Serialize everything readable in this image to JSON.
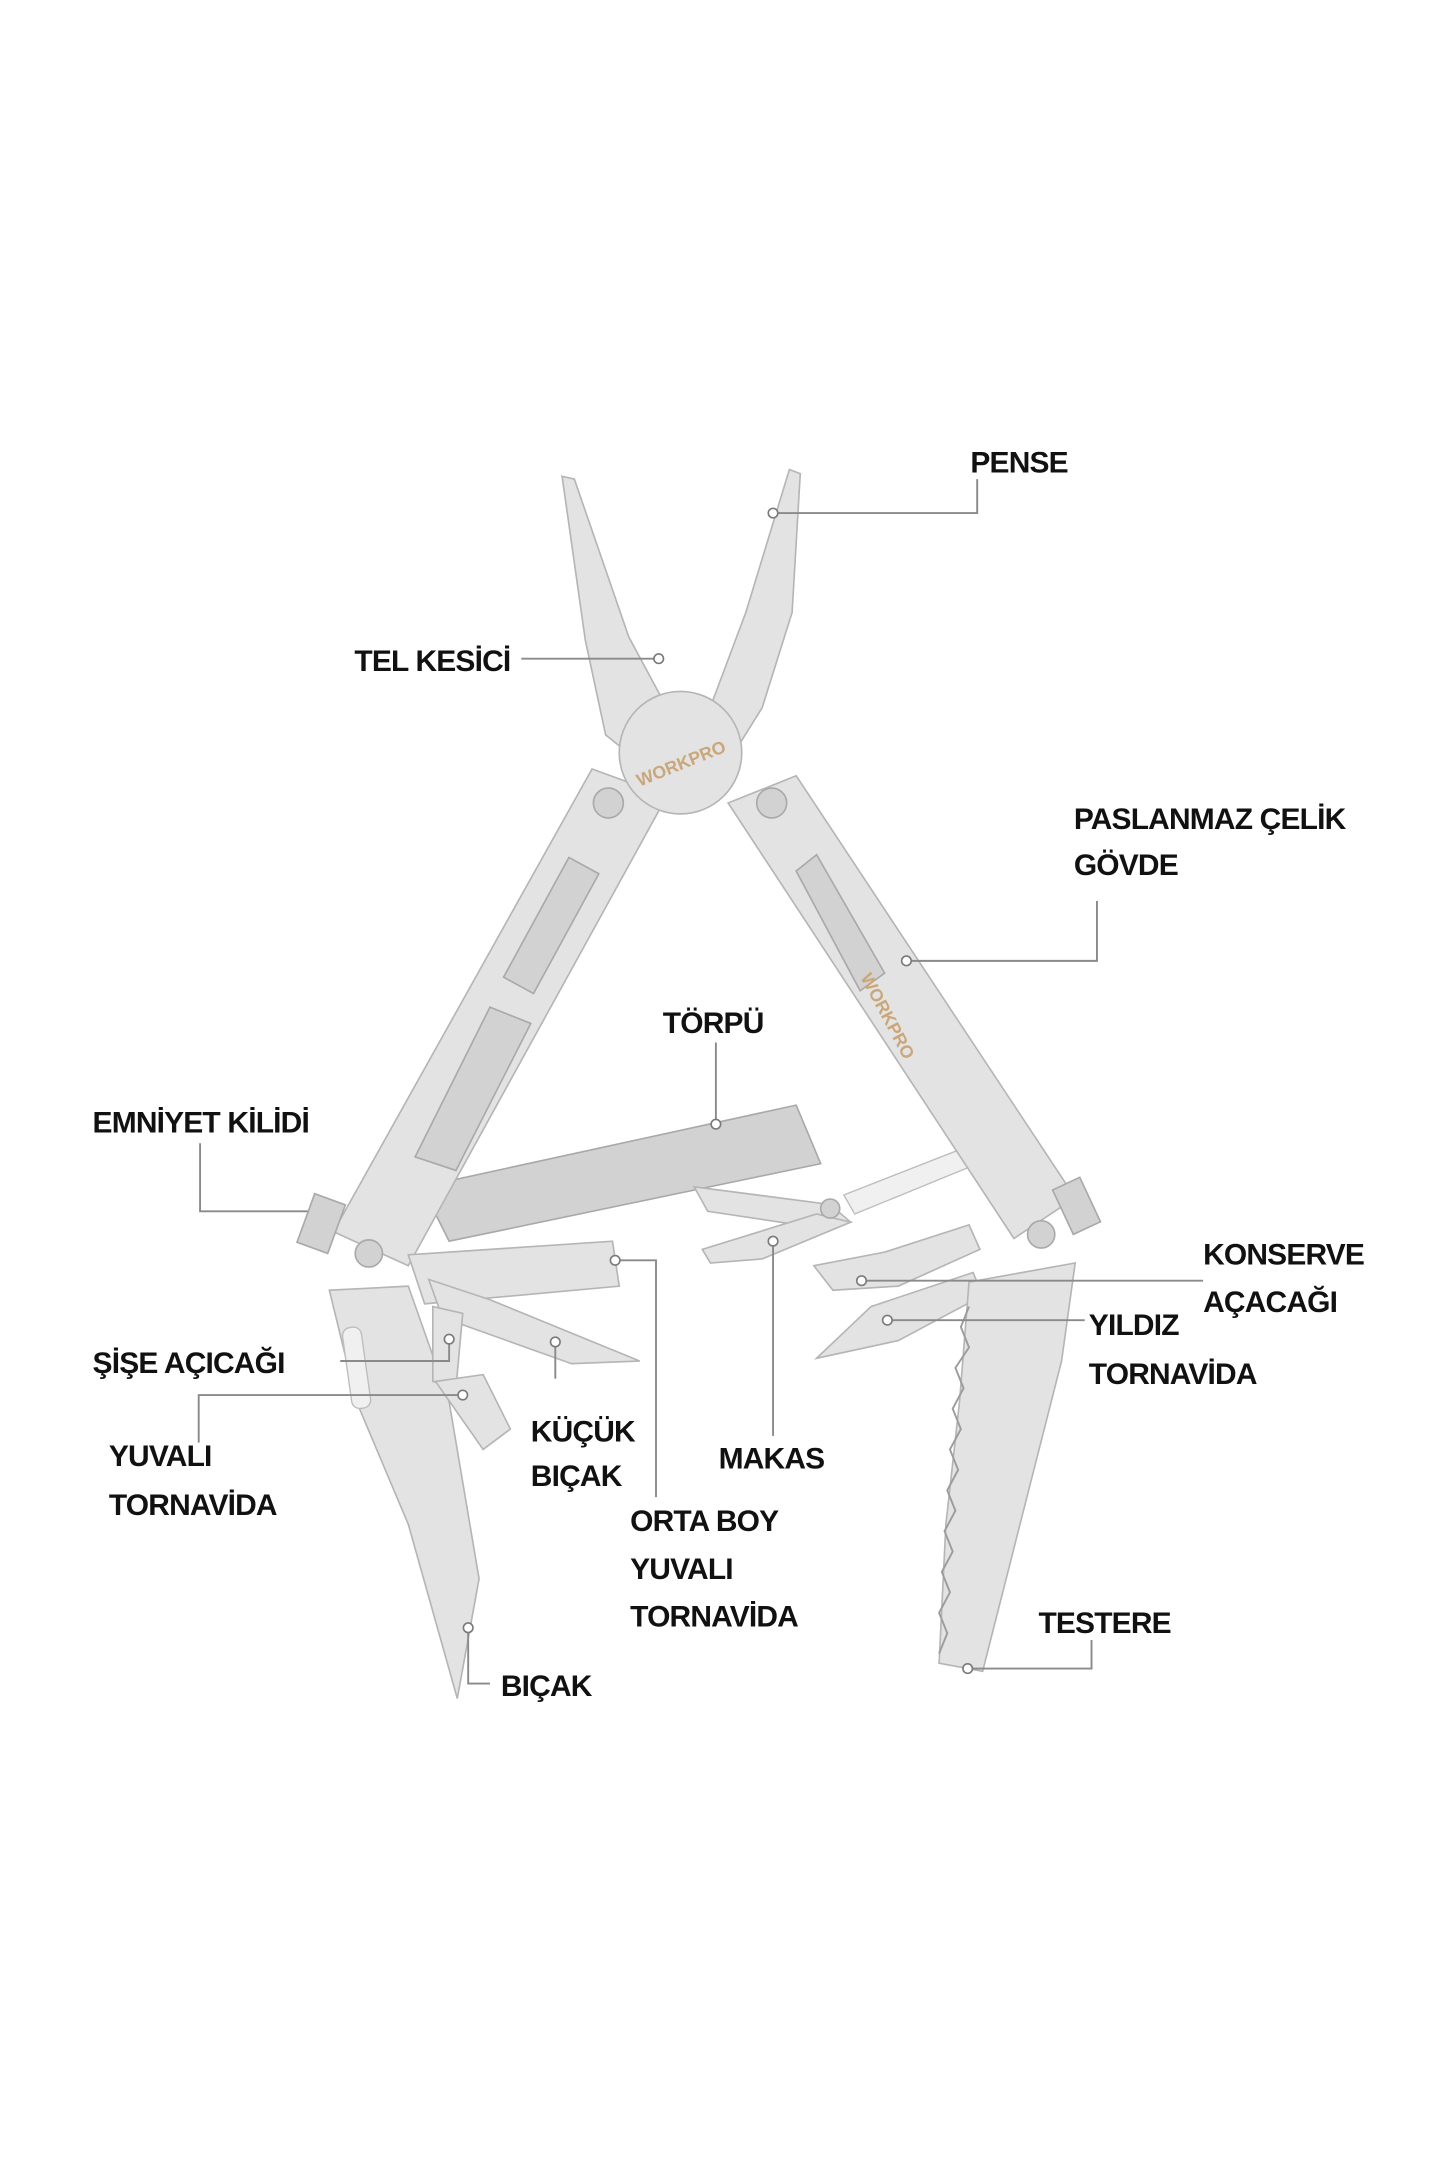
{
  "brand": "WORKPRO",
  "colors": {
    "brand_text": "#c9a77a",
    "steel": "#e3e3e3",
    "leader": "#8a8a8a",
    "label": "#111111"
  },
  "labels": {
    "pense": "PENSE",
    "tel_kesici": "TEL KESİCİ",
    "govde_1": "PASLANMAZ ÇELİK",
    "govde_2": "GÖVDE",
    "torpu": "TÖRPÜ",
    "emniyet_kilidi": "EMNİYET KİLİDİ",
    "konserve_1": "KONSERVE",
    "konserve_2": "AÇACAĞI",
    "yildiz_1": "YILDIZ",
    "yildiz_2": "TORNAVİDA",
    "sise_acicagi": "ŞİŞE AÇICAĞI",
    "kucuk_1": "KÜÇÜK",
    "kucuk_2": "BIÇAK",
    "yuvali_1": "YUVALI",
    "yuvali_2": "TORNAVİDA",
    "orta_1": "ORTA BOY",
    "orta_2": "YUVALI",
    "orta_3": "TORNAVİDA",
    "makas": "MAKAS",
    "bicak": "BIÇAK",
    "testere": "TESTERE"
  }
}
